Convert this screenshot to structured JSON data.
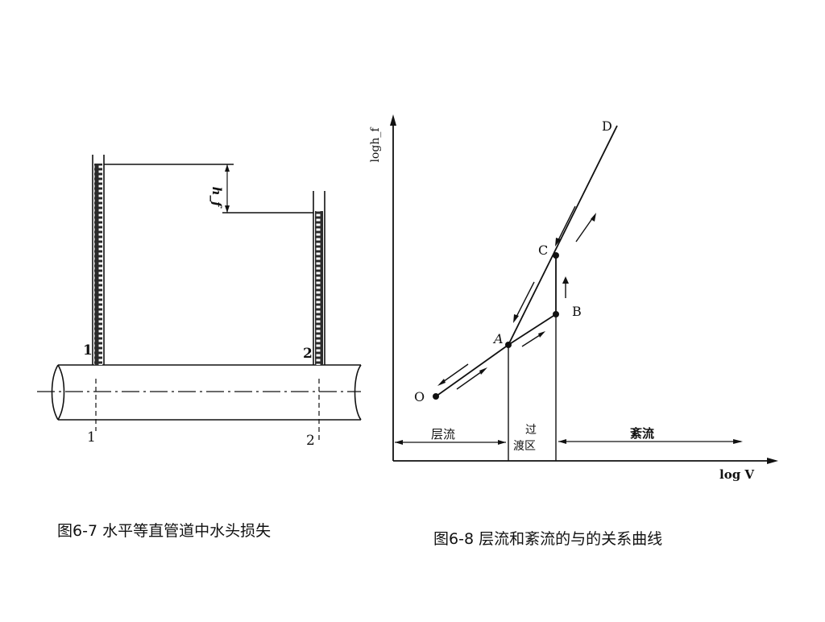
{
  "figure_left": {
    "caption": "图6-7  水平等直管道中水头损失",
    "labels": {
      "head_loss": "h_f",
      "tube1_top": "1",
      "tube2_top": "2",
      "tube1_bottom": "1",
      "tube2_bottom": "2"
    }
  },
  "figure_right": {
    "caption": "图6-8  层流和紊流的与的关系曲线",
    "axis": {
      "y_label": "logh_f",
      "x_label": "log V"
    },
    "points": {
      "O": "O",
      "A": "A",
      "B": "B",
      "C": "C",
      "D": "D"
    },
    "regions": {
      "laminar": "层流",
      "transition_1": "过",
      "transition_2": "渡区",
      "turbulent": "紊流"
    }
  },
  "colors": {
    "ink": "#111111",
    "tube_fill": "#333333",
    "background": "#ffffff"
  }
}
